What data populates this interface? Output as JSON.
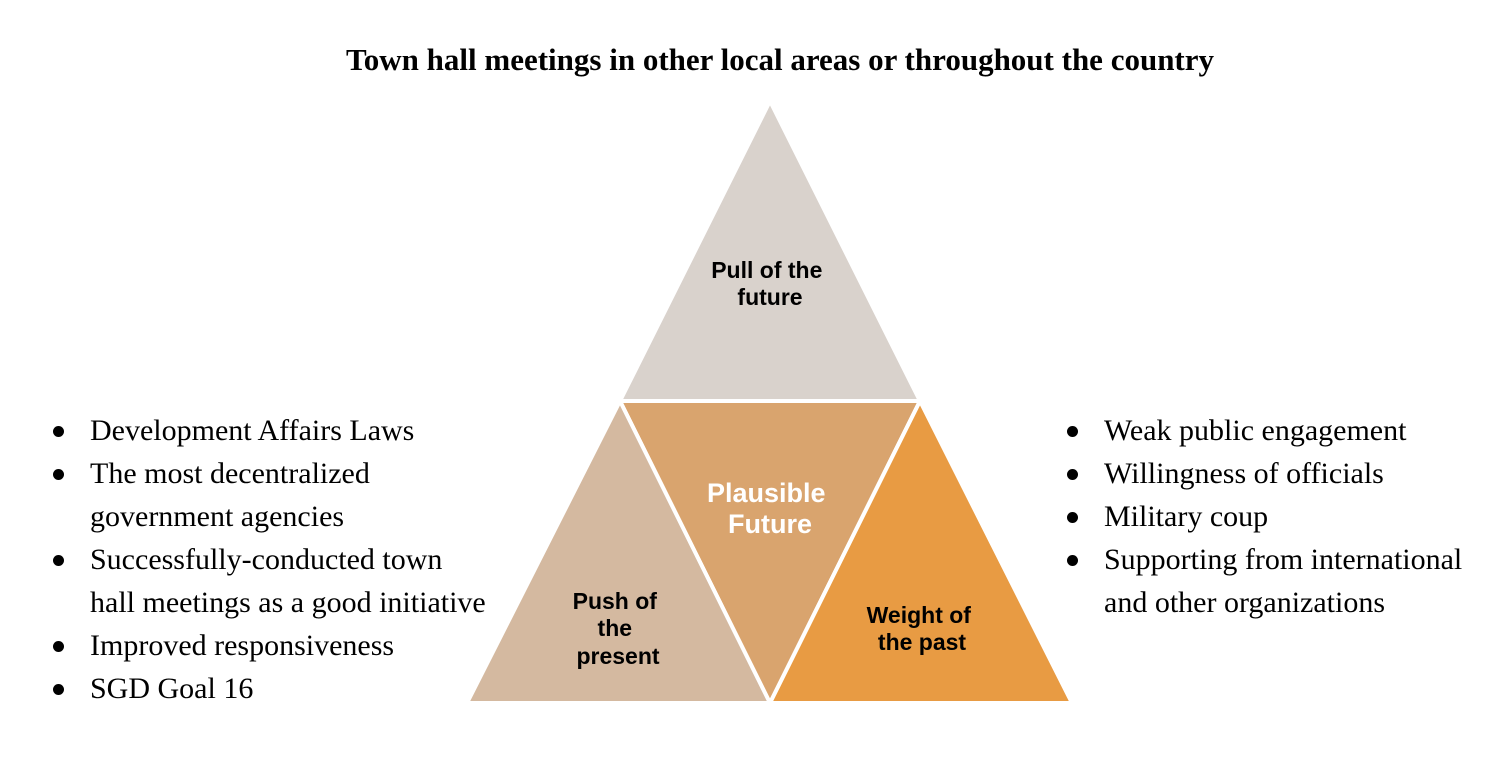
{
  "title": "Town hall meetings in other local areas or throughout the country",
  "triangle": {
    "top": {
      "lines": [
        "Pull of the",
        "future"
      ],
      "color": "#d9d2cc",
      "text_color": "#000000"
    },
    "center": {
      "lines": [
        "Plausible",
        "Future"
      ],
      "color": "#d9a46e",
      "text_color": "#ffffff"
    },
    "left": {
      "lines": [
        "Push of",
        "the",
        "present"
      ],
      "color": "#d4b9a0",
      "text_color": "#000000"
    },
    "right": {
      "lines": [
        "Weight of",
        "the past"
      ],
      "color": "#e89b43",
      "text_color": "#000000"
    }
  },
  "left_list": [
    "Development Affairs Laws",
    "The most decentralized government agencies",
    "Successfully-conducted town hall meetings as a good initiative",
    "Improved responsiveness",
    "SGD Goal 16"
  ],
  "right_list": [
    "Weak public engagement",
    "Willingness of officials",
    "Military coup",
    "Supporting from international and other organizations"
  ]
}
